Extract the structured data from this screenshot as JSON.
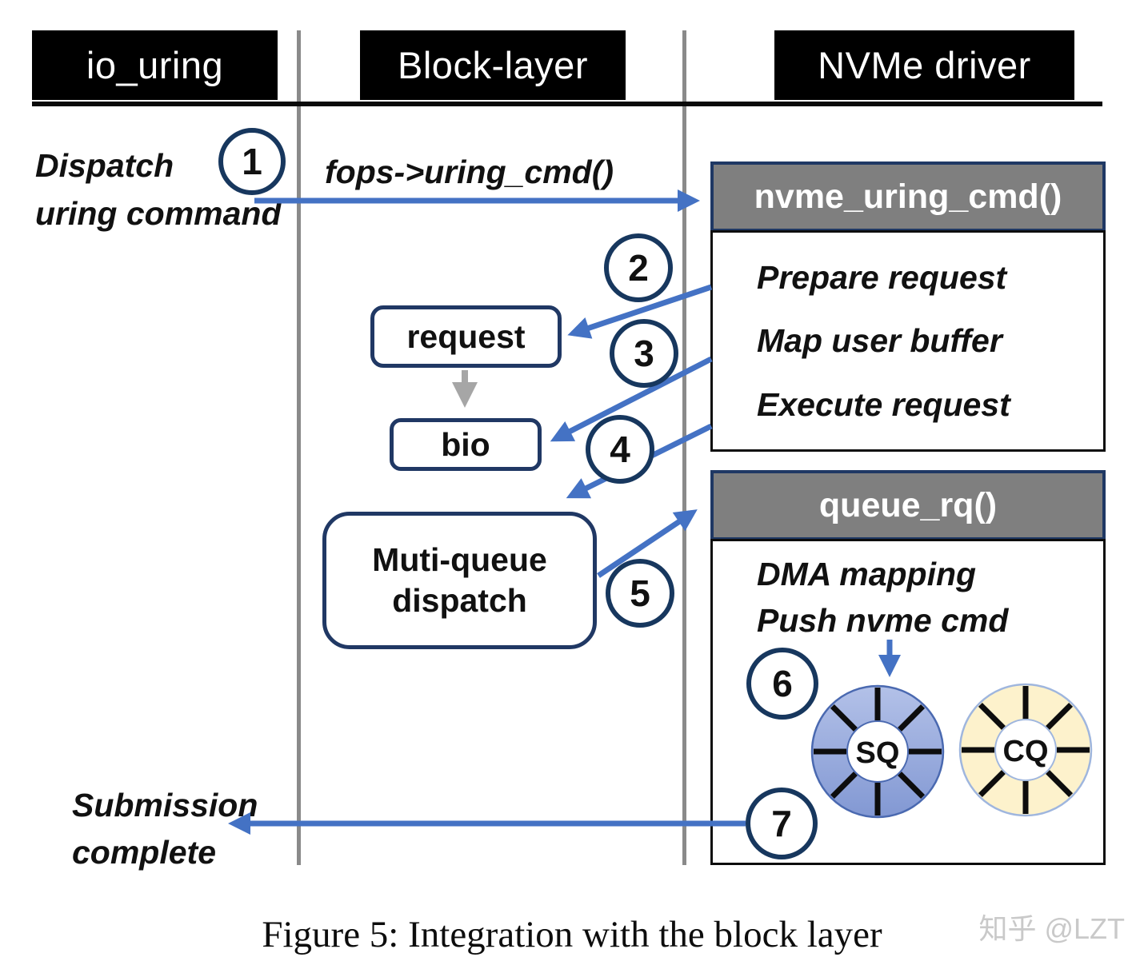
{
  "lanes": {
    "io_uring": "io_uring",
    "block_layer": "Block-layer",
    "nvme_driver": "NVMe driver"
  },
  "steps": {
    "s1": "1",
    "s2": "2",
    "s3": "3",
    "s4": "4",
    "s5": "5",
    "s6": "6",
    "s7": "7"
  },
  "labels": {
    "dispatch_line1": "Dispatch",
    "dispatch_line2": "uring command",
    "fops_call": "fops->uring_cmd()",
    "nvme_uring_cmd": "nvme_uring_cmd()",
    "prepare_request": "Prepare request",
    "map_user_buffer": "Map user buffer",
    "execute_request": "Execute request",
    "request_box": "request",
    "bio_box": "bio",
    "mq_line1": "Muti-queue",
    "mq_line2": "dispatch",
    "queue_rq": "queue_rq()",
    "dma_mapping": "DMA mapping",
    "push_nvme_cmd": "Push nvme cmd",
    "sq": "SQ",
    "cq": "CQ",
    "submission_line1": "Submission",
    "submission_line2": "complete"
  },
  "caption": {
    "figure": "Figure 5: Integration with the block layer",
    "watermark": "知乎 @LZT"
  },
  "colors": {
    "arrow_blue": "#4472c4",
    "circle_border": "#17375e",
    "func_header_gray": "#7f7f7f",
    "box_border_navy": "#203864",
    "sq_fill_top": "#b3c1e8",
    "sq_fill_bottom": "#8298d3",
    "cq_fill": "#fdf2cc",
    "lane_line_gray": "#8a8a8a",
    "gray_arrow": "#a6a6a6",
    "watermark_gray": "#c9c9c9"
  }
}
